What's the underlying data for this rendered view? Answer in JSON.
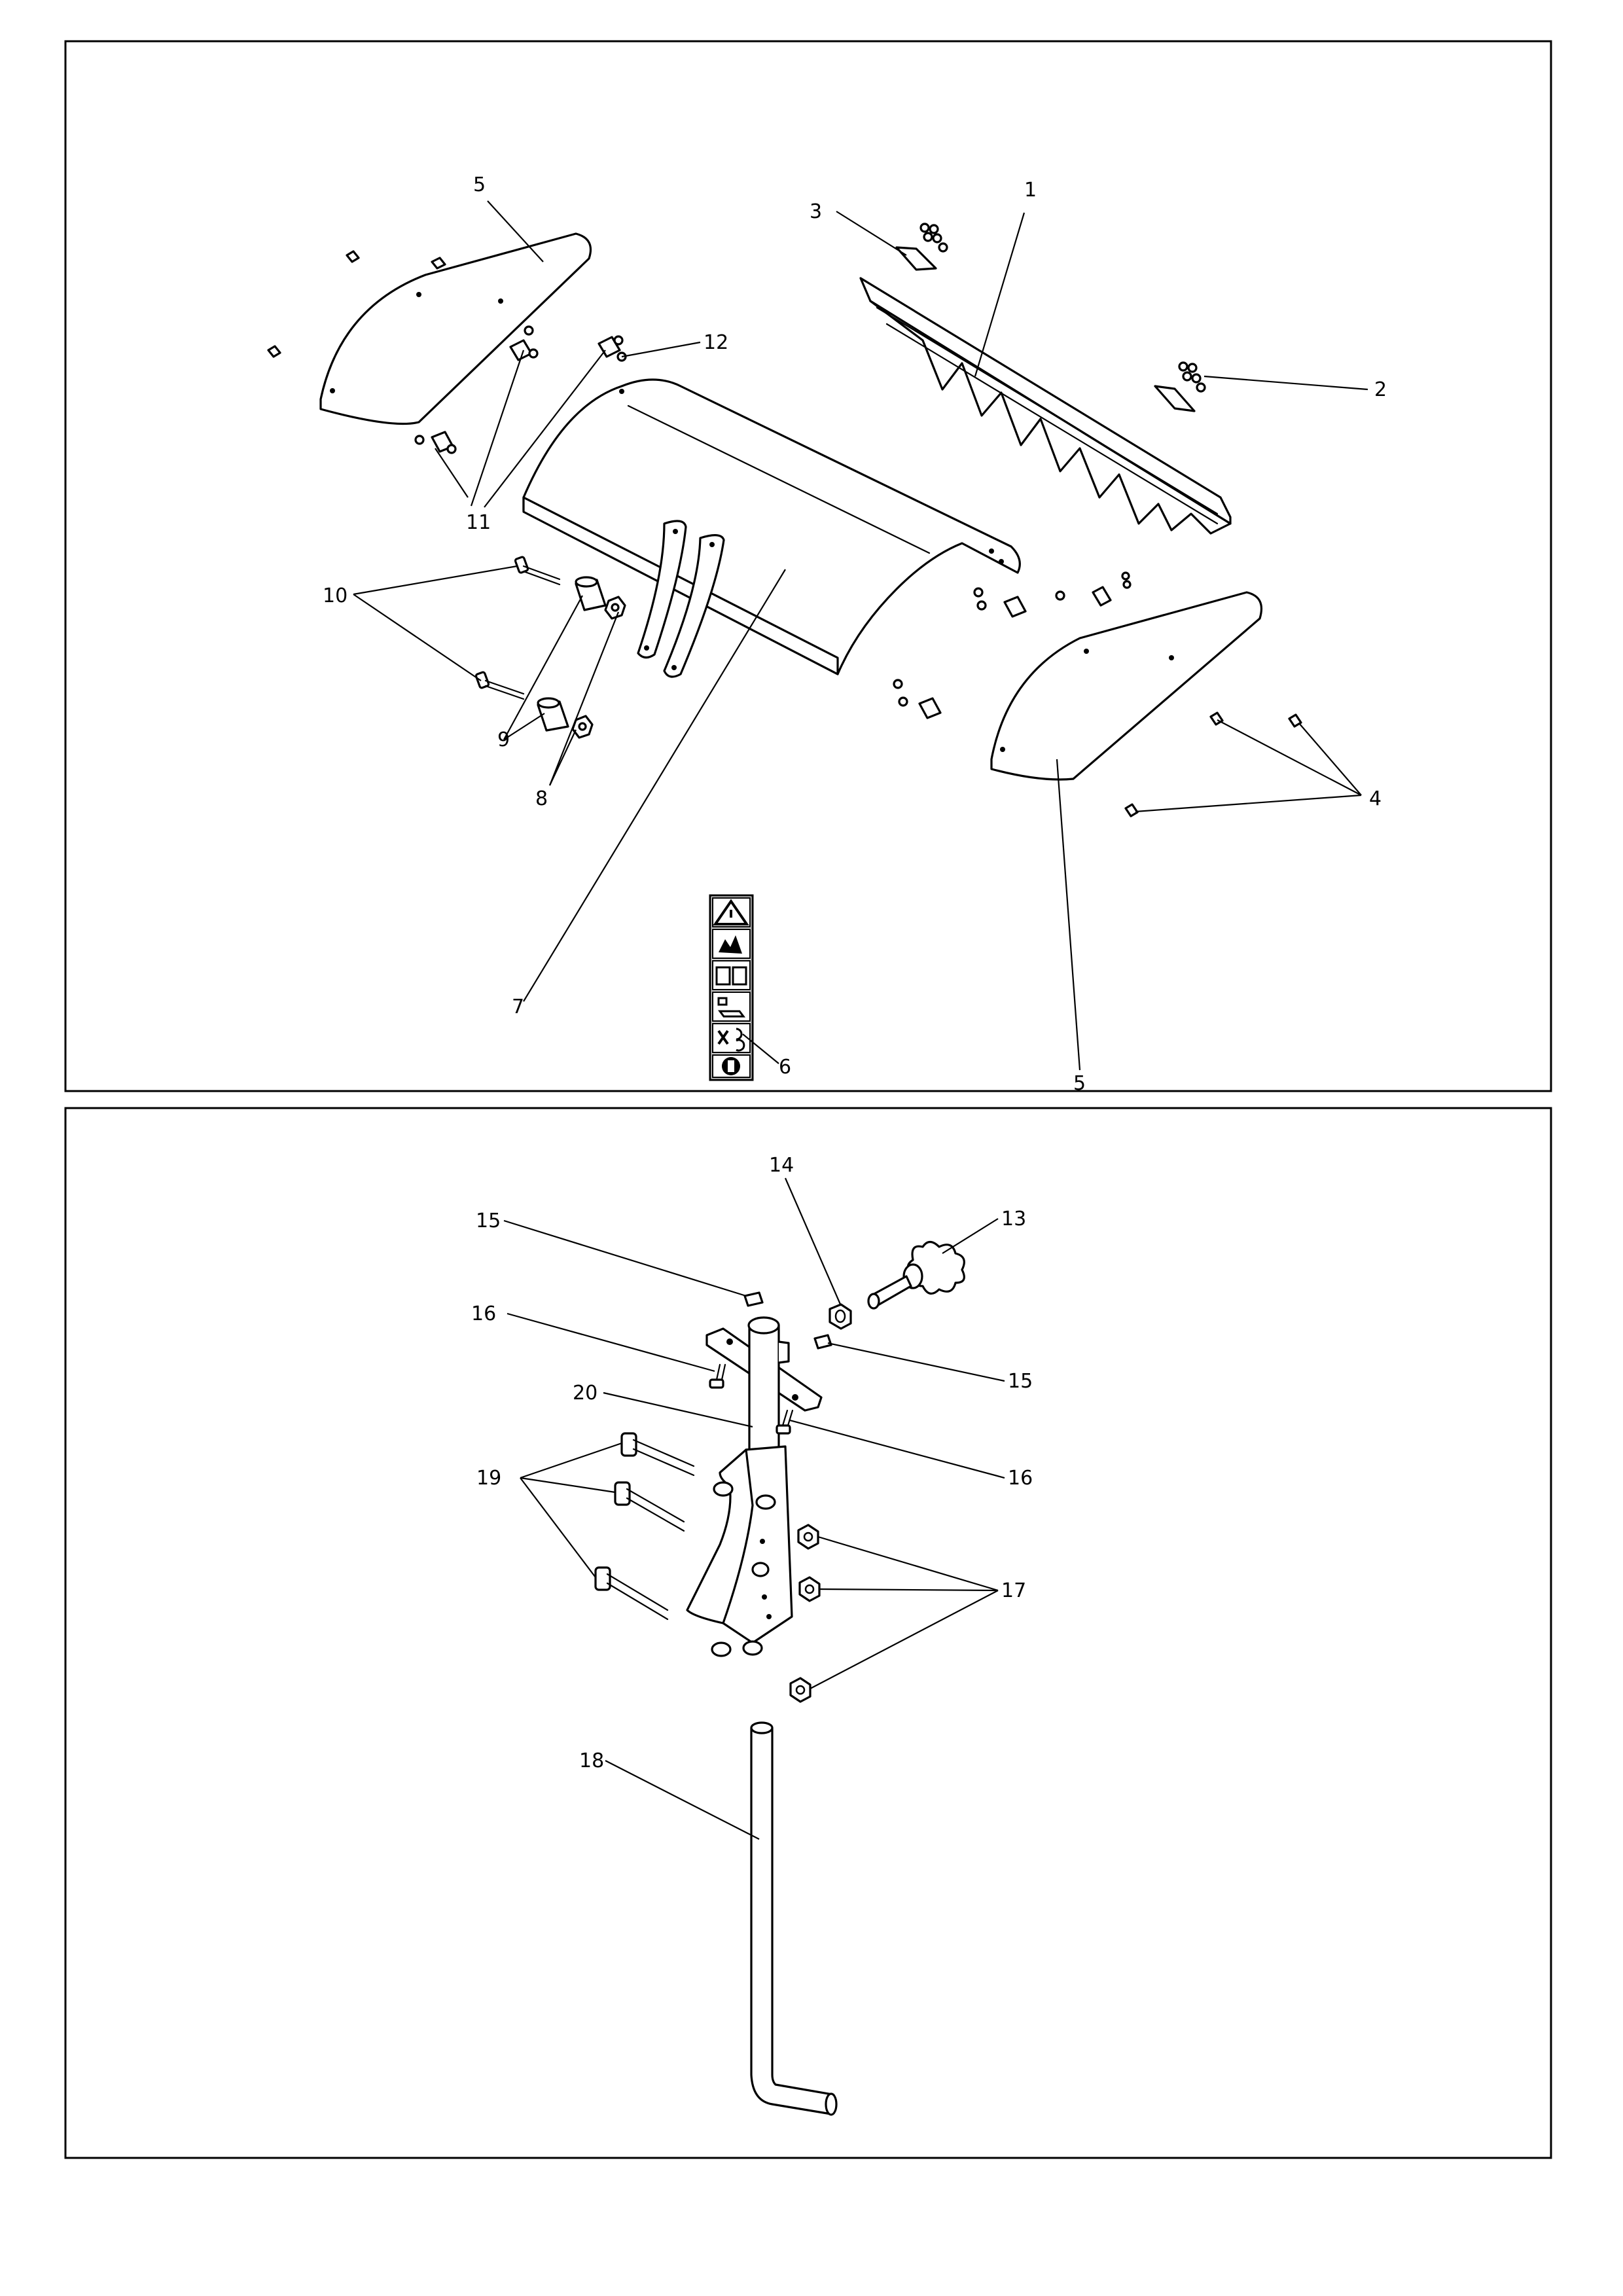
{
  "panels": [
    {
      "name": "upper-panel",
      "title": ""
    },
    {
      "name": "lower-panel",
      "title": ""
    }
  ],
  "callouts": {
    "c1": "1",
    "c2": "2",
    "c3": "3",
    "c4": "4",
    "c5a": "5",
    "c5b": "5",
    "c6": "6",
    "c7": "7",
    "c8": "8",
    "c9": "9",
    "c10": "10",
    "c11": "11",
    "c12": "12",
    "c13": "13",
    "c14": "14",
    "c15a": "15",
    "c15b": "15",
    "c16a": "16",
    "c16b": "16",
    "c17": "17",
    "c18": "18",
    "c19": "19",
    "c20": "20"
  },
  "icons": {
    "label_strip": [
      "warning-triangle-icon",
      "flying-debris-icon",
      "read-manual-icon",
      "keep-distance-icon",
      "rotating-tines-icon",
      "ear-protection-icon"
    ]
  }
}
